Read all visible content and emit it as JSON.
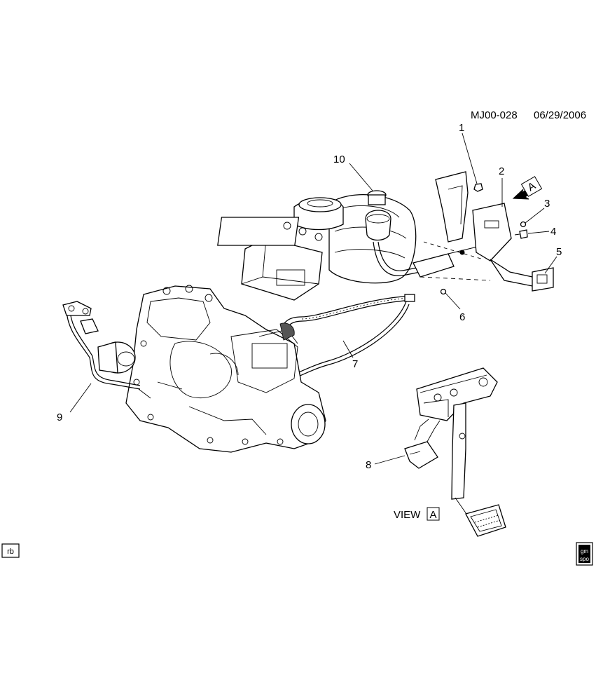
{
  "header": {
    "code": "MJ00-028",
    "date": "06/29/2006"
  },
  "callouts": [
    {
      "id": "1",
      "label": "1"
    },
    {
      "id": "2",
      "label": "2"
    },
    {
      "id": "3",
      "label": "3"
    },
    {
      "id": "4",
      "label": "4"
    },
    {
      "id": "5",
      "label": "5"
    },
    {
      "id": "6",
      "label": "6"
    },
    {
      "id": "7",
      "label": "7"
    },
    {
      "id": "8",
      "label": "8"
    },
    {
      "id": "9",
      "label": "9"
    },
    {
      "id": "10",
      "label": "10"
    }
  ],
  "view_ref": {
    "text": "VIEW",
    "letter": "A"
  },
  "arrow_ref": {
    "letter": "A"
  },
  "badges": {
    "left": "rb",
    "right_top": "gm",
    "right_bottom": "spo"
  }
}
